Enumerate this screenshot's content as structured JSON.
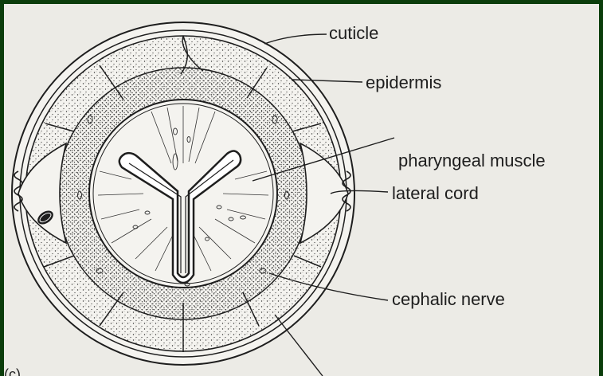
{
  "diagram": {
    "labels": {
      "cuticle": "cuticle",
      "epidermis": "epidermis",
      "pharyngeal_muscle": "pharyngeal muscle",
      "lateral_cord": "lateral cord",
      "cephalic_nerve": "cephalic nerve"
    },
    "panel_letter": "(c)"
  },
  "colors": {
    "frame_border": "#0b3d0b",
    "paper": "#ecebe6",
    "ink": "#1e1e1e"
  }
}
